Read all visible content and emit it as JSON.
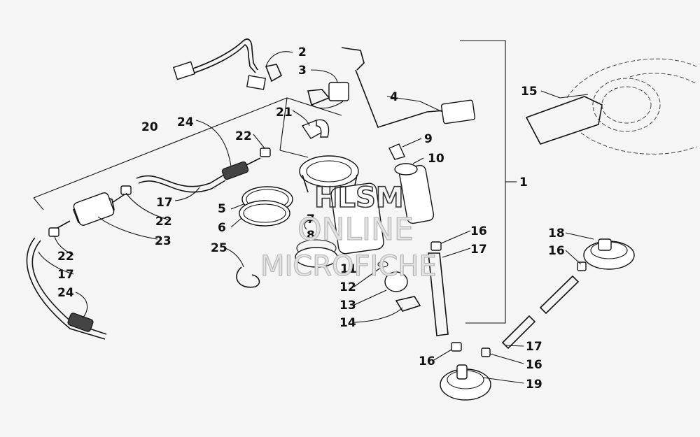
{
  "watermark": {
    "line1": "HLSM",
    "line2": "ONLINE",
    "line3": "MICROFICHE"
  },
  "callouts": [
    {
      "id": "c2",
      "text": "2"
    },
    {
      "id": "c3",
      "text": "3"
    },
    {
      "id": "c4",
      "text": "4"
    },
    {
      "id": "c15",
      "text": "15"
    },
    {
      "id": "c20",
      "text": "20"
    },
    {
      "id": "c24a",
      "text": "24"
    },
    {
      "id": "c21",
      "text": "21"
    },
    {
      "id": "c22a",
      "text": "22"
    },
    {
      "id": "c9",
      "text": "9"
    },
    {
      "id": "c10",
      "text": "10"
    },
    {
      "id": "c1",
      "text": "1"
    },
    {
      "id": "c17a",
      "text": "17"
    },
    {
      "id": "c22b",
      "text": "22"
    },
    {
      "id": "c5",
      "text": "5"
    },
    {
      "id": "c6",
      "text": "6"
    },
    {
      "id": "c7",
      "text": "7"
    },
    {
      "id": "c8",
      "text": "8"
    },
    {
      "id": "c23",
      "text": "23"
    },
    {
      "id": "c16a",
      "text": "16"
    },
    {
      "id": "c18",
      "text": "18"
    },
    {
      "id": "c17b",
      "text": "17"
    },
    {
      "id": "c16b",
      "text": "16"
    },
    {
      "id": "c22c",
      "text": "22"
    },
    {
      "id": "c25",
      "text": "25"
    },
    {
      "id": "c11",
      "text": "11"
    },
    {
      "id": "c17c",
      "text": "17"
    },
    {
      "id": "c12",
      "text": "12"
    },
    {
      "id": "c24b",
      "text": "24"
    },
    {
      "id": "c13",
      "text": "13"
    },
    {
      "id": "c14",
      "text": "14"
    },
    {
      "id": "c17d",
      "text": "17"
    },
    {
      "id": "c16c",
      "text": "16"
    },
    {
      "id": "c16d",
      "text": "16"
    },
    {
      "id": "c19",
      "text": "19"
    }
  ]
}
